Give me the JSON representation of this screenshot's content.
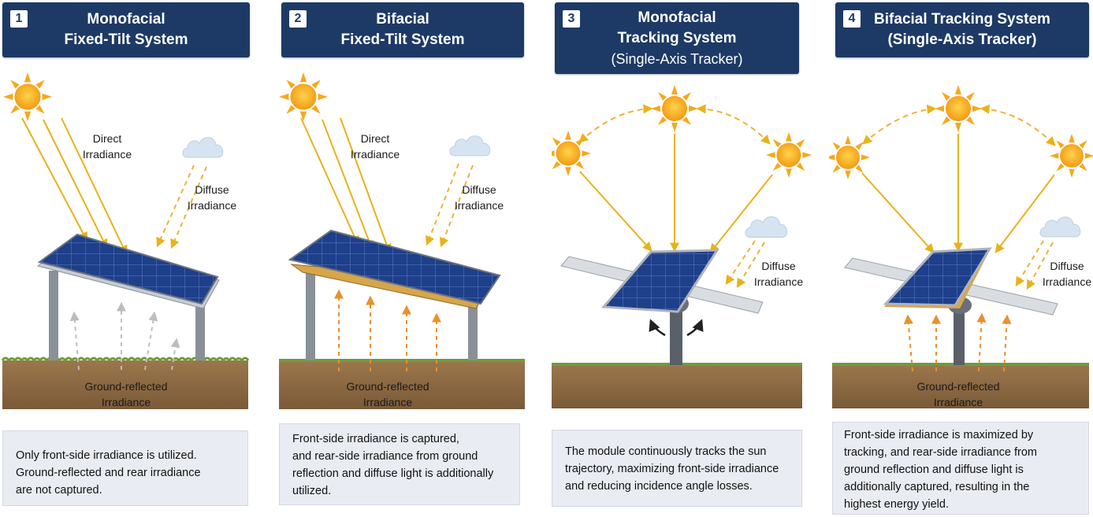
{
  "panels": [
    {
      "number": "1",
      "title_line1": "Monofacial",
      "title_line2": "Fixed-Tilt System",
      "title_line3": "",
      "labels": {
        "direct": [
          "Direct",
          "Irradiance"
        ],
        "diffuse": [
          "Diffuse",
          "Irradiance"
        ],
        "ground": [
          "Ground-reflected",
          "Irradiance"
        ]
      },
      "description": [
        "Only front-side irradiance is utilized.",
        "Ground-reflected and rear irradiance",
        "are not captured."
      ]
    },
    {
      "number": "2",
      "title_line1": "Bifacial",
      "title_line2": "Fixed-Tilt System",
      "title_line3": "",
      "labels": {
        "direct": [
          "Direct",
          "Irradiance"
        ],
        "diffuse": [
          "Diffuse",
          "Irradiance"
        ],
        "ground": [
          "Ground-reflected",
          "Irradiance"
        ]
      },
      "description": [
        "Front-side irradiance is captured,",
        "and rear-side irradiance from ground",
        "reflection and diffuse light is additionally",
        "utilized."
      ]
    },
    {
      "number": "3",
      "title_line1": "Monofacial",
      "title_line2": "Tracking System",
      "title_line3": "(Single-Axis Tracker)",
      "labels": {
        "diffuse": [
          "Diffuse",
          "Irradiance"
        ]
      },
      "description": [
        "The module continuously tracks the sun",
        "trajectory, maximizing front-side irradiance",
        "and reducing incidence angle losses."
      ]
    },
    {
      "number": "4",
      "title_line1": "Bifacial Tracking System",
      "title_line2": "(Single-Axis Tracker)",
      "title_line3": "",
      "labels": {
        "diffuse": [
          "Diffuse",
          "Irradiance"
        ],
        "ground": [
          "Ground-reflected",
          "Irradiance"
        ]
      },
      "description": [
        "Front-side irradiance is maximized by",
        "tracking, and rear-side irradiance from",
        "ground reflection and diffuse light is",
        "additionally captured, resulting in the",
        "highest energy yield."
      ]
    }
  ],
  "colors": {
    "header_bg": "#1d3a66",
    "sun": "#f6a81c",
    "direct_ray": "#e8b21a",
    "diffuse_ray": "#f0b03a",
    "rear_ray": "#e9902a",
    "panel_blue": "#1e3f8a",
    "soil": "#8b6a45",
    "grass": "#6f9a3a"
  }
}
